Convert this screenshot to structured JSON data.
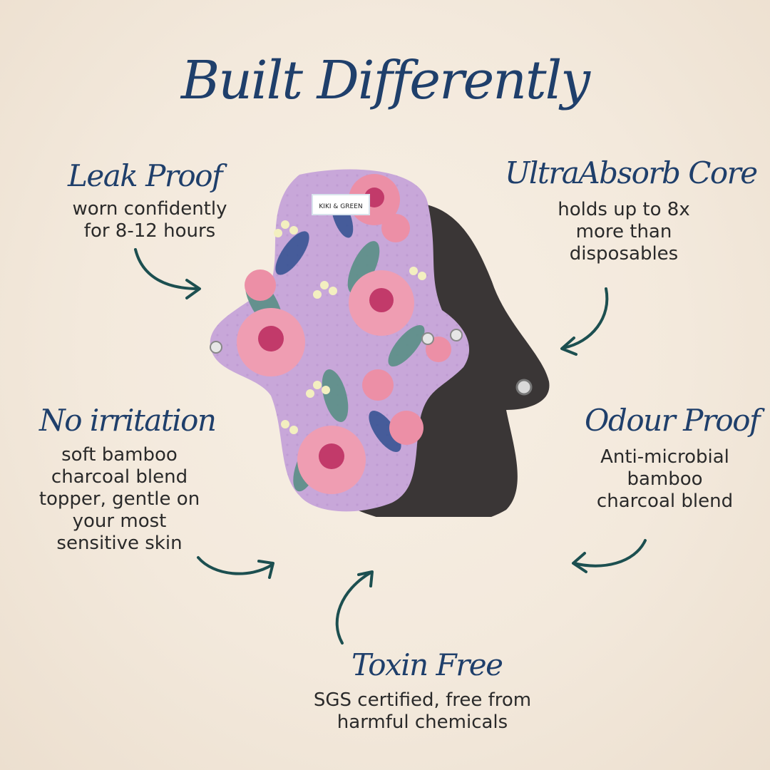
{
  "title": "Built Differently",
  "brand_label": "KIKI & GREEN",
  "colors": {
    "heading": "#1f3f6b",
    "arrow": "#1c4f50",
    "pad_top": "#c8a7d9",
    "pad_back": "#3a3636",
    "background": "#f3e9dc"
  },
  "features": {
    "leak_proof": {
      "title": "Leak Proof",
      "desc": "worn confidently\nfor 8-12 hours"
    },
    "ultra_absorb": {
      "title": "UltraAbsorb Core",
      "desc": "holds up to 8x\nmore than\ndisposables"
    },
    "no_irritation": {
      "title": "No irritation",
      "desc": "soft bamboo\ncharcoal blend\ntopper, gentle on\nyour most\nsensitive skin"
    },
    "odour_proof": {
      "title": "Odour Proof",
      "desc": "Anti-microbial\nbamboo\ncharcoal blend"
    },
    "toxin_free": {
      "title": "Toxin Free",
      "desc": "SGS certified, free from\nharmful chemicals"
    }
  }
}
